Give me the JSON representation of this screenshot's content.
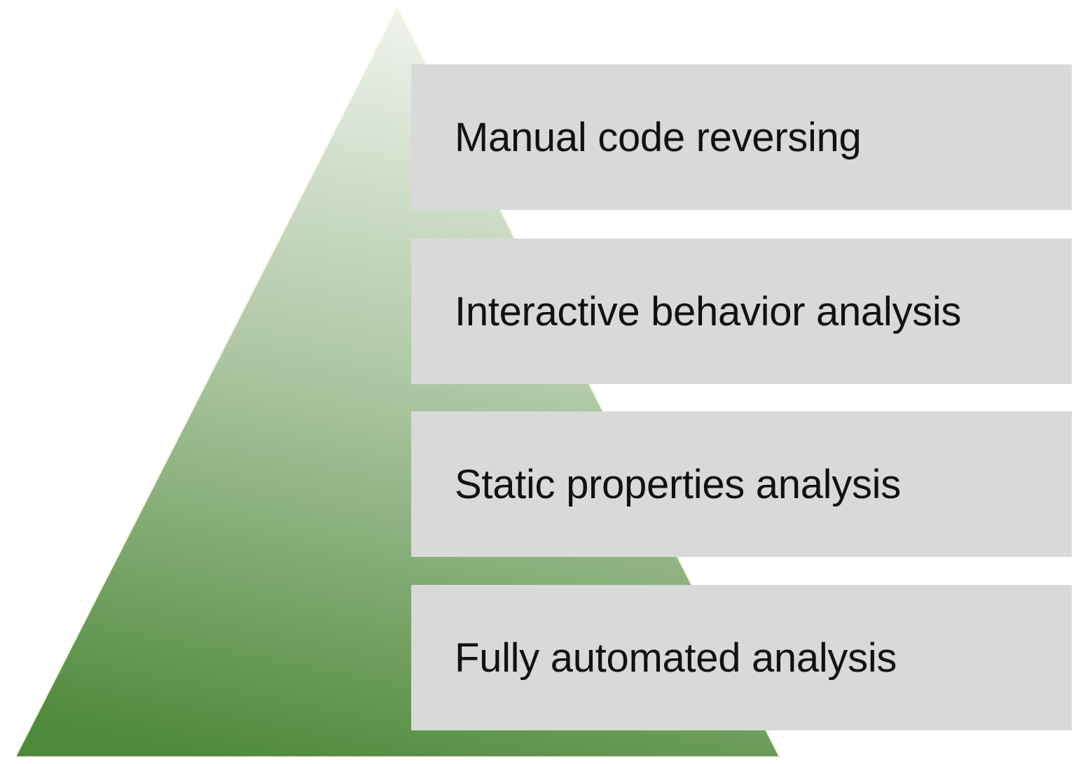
{
  "diagram": {
    "type": "pyramid",
    "levels": [
      {
        "label": "Manual code reversing"
      },
      {
        "label": "Interactive behavior analysis"
      },
      {
        "label": "Static properties analysis"
      },
      {
        "label": "Fully automated analysis"
      }
    ]
  },
  "colors": {
    "pyramid_top": "#eef2ec",
    "pyramid_middle": "#a9c49e",
    "pyramid_bottom": "#4f8a3c",
    "box_fill": "#d9d9d9",
    "text": "#111111"
  }
}
